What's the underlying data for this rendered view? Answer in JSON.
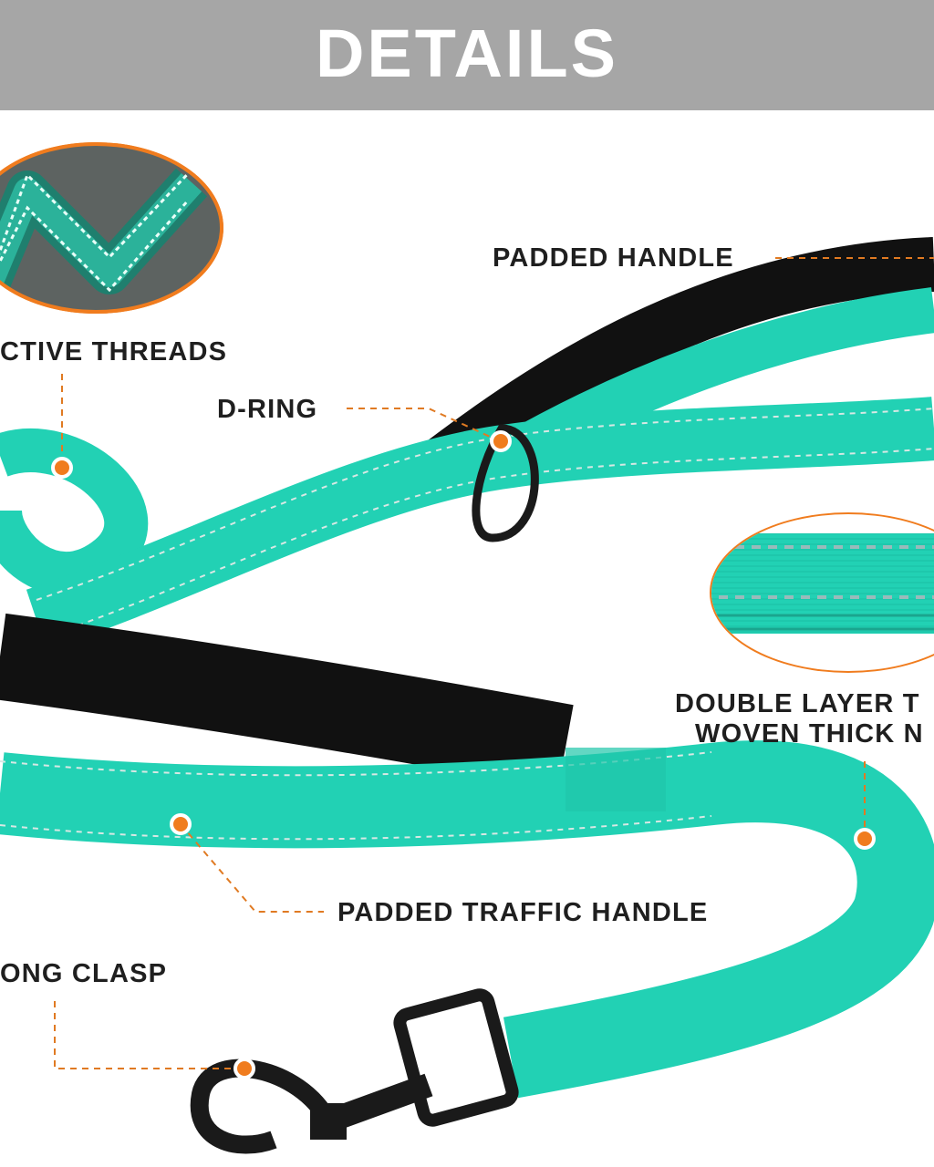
{
  "header": {
    "title": "DETAILS"
  },
  "labels": {
    "padded_handle": "PADDED HANDLE",
    "reflective_threads": "CTIVE THREADS",
    "d_ring": "D-RING",
    "double_layer_line1": "DOUBLE LAYER T",
    "double_layer_line2": "WOVEN THICK N",
    "padded_traffic_handle": "PADDED TRAFFIC HANDLE",
    "clasp": "ONG CLASP"
  },
  "colors": {
    "header_bg": "#a6a6a6",
    "leash_teal": "#22d1b4",
    "callout_orange": "#f07c1e",
    "padding_black": "#111111"
  }
}
